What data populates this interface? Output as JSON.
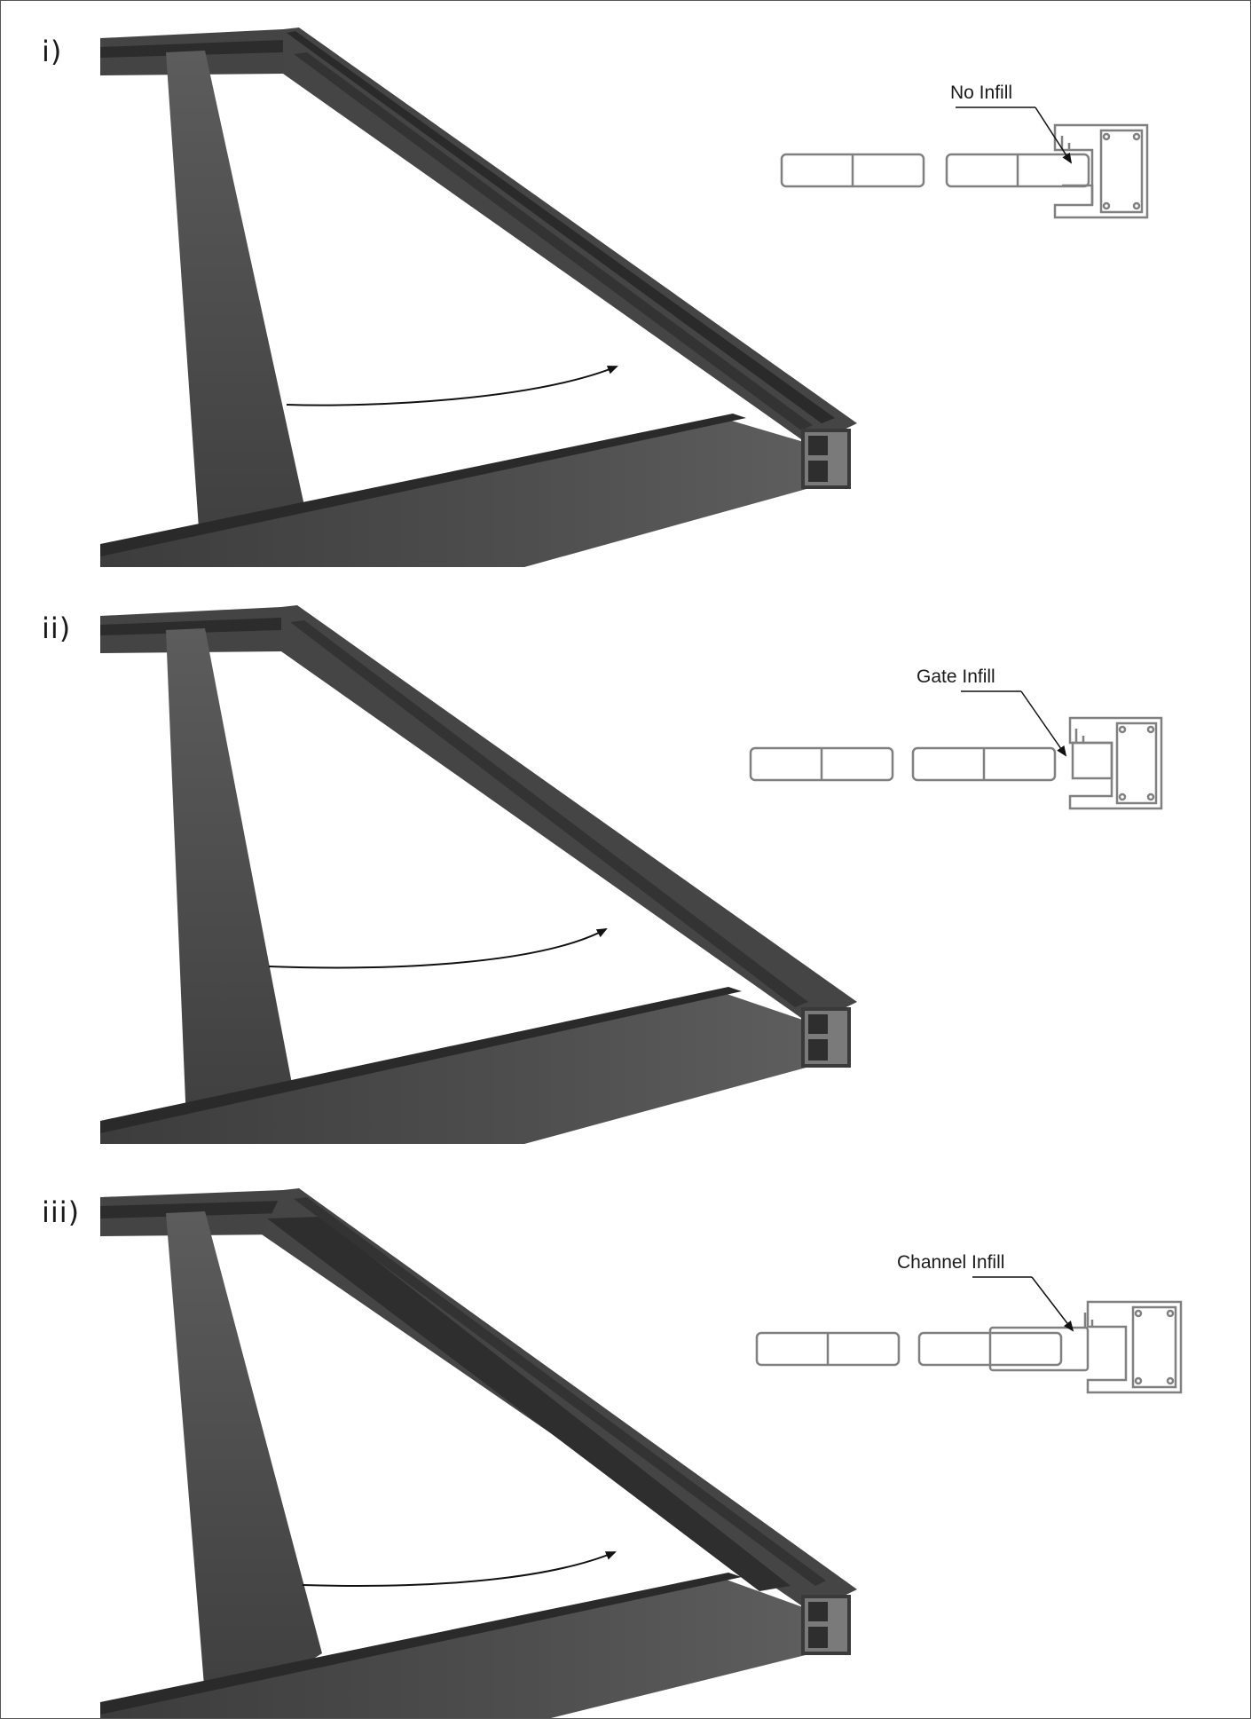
{
  "colors": {
    "frame": "#4a4a4a",
    "frame_dark": "#2a2a2a",
    "frame_mid": "#5a5a5a",
    "frame_light": "#6e6e6e",
    "section_stroke": "#808080",
    "text": "#1a1a1a"
  },
  "panels": [
    {
      "label": "i)",
      "callout": "No Infill",
      "infill": "none"
    },
    {
      "label": "ii)",
      "callout": "Gate Infill",
      "infill": "gate"
    },
    {
      "label": "iii)",
      "callout": "Channel Infill",
      "infill": "channel"
    }
  ]
}
